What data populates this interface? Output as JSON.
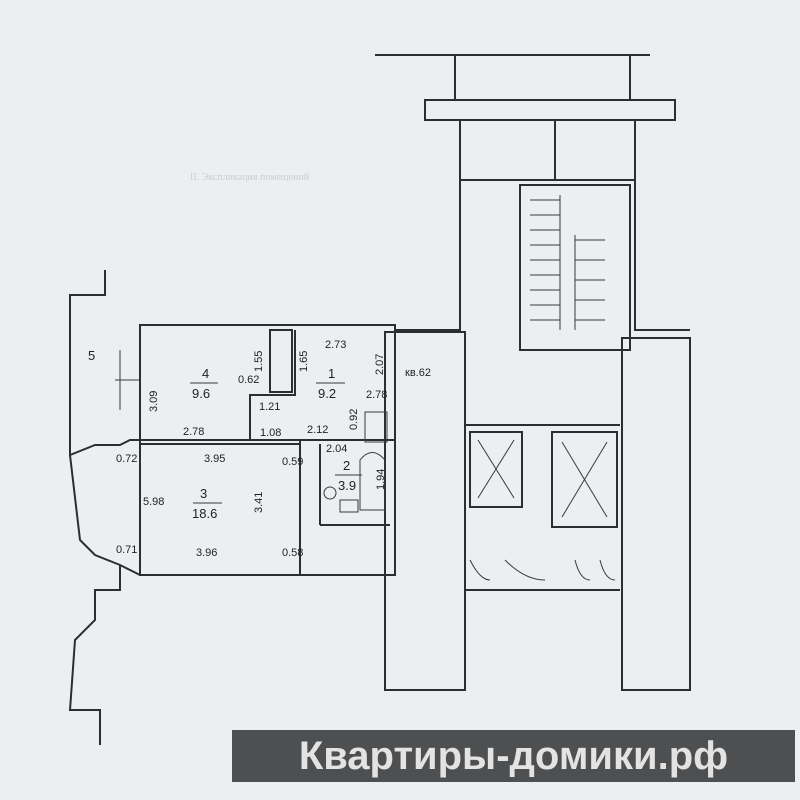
{
  "faint_heading": "II. Экспликация помещений",
  "apartment_label": "кв.62",
  "rooms": [
    {
      "number": "1",
      "area": "9.2"
    },
    {
      "number": "2",
      "area": "3.9"
    },
    {
      "number": "3",
      "area": "18.6"
    },
    {
      "number": "4",
      "area": "9.6"
    },
    {
      "number": "5"
    }
  ],
  "dimensions": {
    "d_3_09": "3.09",
    "d_1_55": "1.55",
    "d_0_62": "0.62",
    "d_1_65": "1.65",
    "d_2_73": "2.73",
    "d_2_07": "2.07",
    "d_2_78a": "2.78",
    "d_1_21": "1.21",
    "d_0_92": "0.92",
    "d_2_78b": "2.78",
    "d_1_08": "1.08",
    "d_2_12": "2.12",
    "d_2_04": "2.04",
    "d_0_72": "0.72",
    "d_3_95": "3.95",
    "d_0_59": "0.59",
    "d_1_94": "1.94",
    "d_5_98": "5.98",
    "d_3_41": "3.41",
    "d_0_71": "0.71",
    "d_3_96": "3.96",
    "d_0_58": "0.58"
  },
  "watermark": "Квартиры-домики.рф",
  "colors": {
    "line": "#2e2e2e",
    "background": "#eceff2",
    "watermark_bg": "#4e4f50",
    "logo_green": "#7cb342"
  }
}
